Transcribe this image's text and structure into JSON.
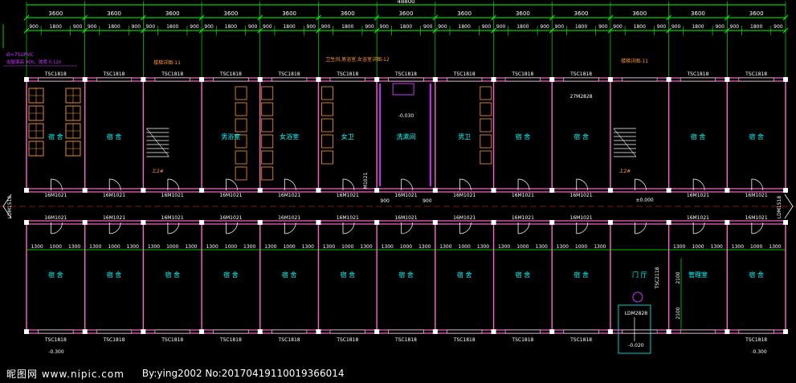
{
  "colors": {
    "background": "#000000",
    "dim": "#00ff00",
    "dim_text": "#ffffff",
    "wall": "#ff66cc",
    "room_text": "#00ffff",
    "door": "#ffffff",
    "fixture": "#ff9933",
    "magenta": "#cc33ff",
    "axis": "#ff3333"
  },
  "dims": {
    "overall": "48800",
    "bay": "3600",
    "sub_a": "900",
    "sub_b": "1800",
    "lower_a": "1300",
    "lower_b": "1000",
    "stair_a": "900",
    "stair_b": "900",
    "vert_a": "2100",
    "vert_b": "2100"
  },
  "annotations": {
    "pipe": "Ø=75UPVC",
    "pipe_sub": "出屋面高 900，坡度 0.120",
    "callout_left": "楼梯详图-11",
    "callout_mid": "卫生间,男浴室,女浴室详图-12",
    "callout_right": "楼梯详图-11",
    "win_tsc": "TSC1818",
    "door_m": "16M1021",
    "wide_door": "27M2828",
    "ldm_left": "LDM1518",
    "ldm_right": "LDM1518",
    "ldm_bottom": "LDM2828",
    "tsc_vert": "TSC2118",
    "m1021_small": "M1021",
    "floor": "±0.000",
    "floor_wash": "-0.030",
    "floor_out_l": "-0.300",
    "floor_out_r": "-0.300",
    "floor_entry": "-0.020",
    "stair_up_l": "上2#",
    "stair_up_b": "上2#"
  },
  "rooms": {
    "top": [
      "宿  舍",
      "宿  舍",
      "",
      "男浴室",
      "女浴室",
      "女卫",
      "洗漱间",
      "男卫",
      "宿  舍",
      "宿  舍",
      "",
      "宿  舍",
      "宿  舍"
    ],
    "bottom": [
      "宿  舍",
      "宿  舍",
      "宿  舍",
      "宿  舍",
      "宿  舍",
      "宿  舍",
      "宿  舍",
      "宿  舍",
      "宿  舍",
      "宿  舍",
      "门  厅",
      "管理室",
      "宿  舍"
    ]
  },
  "footer": {
    "watermark": "昵图网 www.nipic.com",
    "id": "By:ying2002 No:20170419110019366014"
  }
}
